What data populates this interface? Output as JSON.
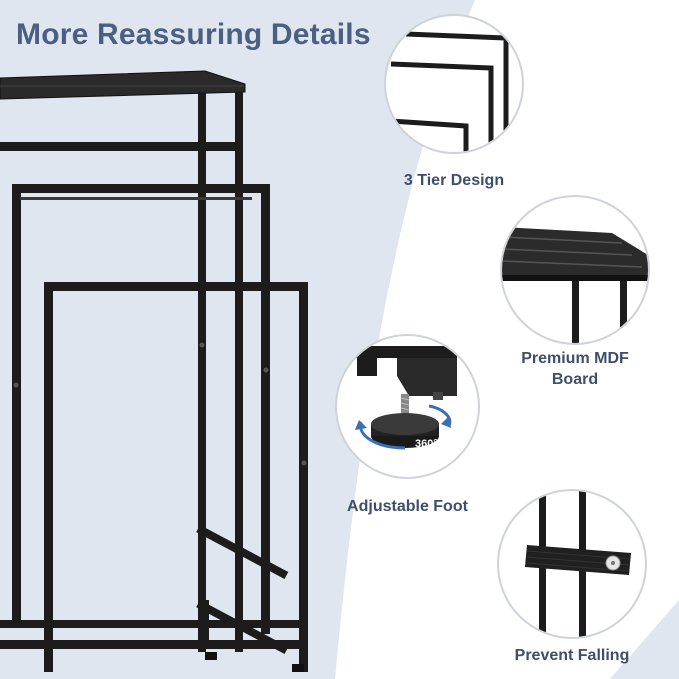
{
  "title": "More Reassuring Details",
  "features": [
    {
      "caption": "3 Tier Design",
      "icon": "tier-frame-icon"
    },
    {
      "caption": "Premium MDF Board",
      "caption_line1": "Premium MDF",
      "caption_line2": "Board",
      "icon": "mdf-board-icon"
    },
    {
      "caption": "Adjustable Foot",
      "icon": "adjustable-foot-icon",
      "badge": "360°"
    },
    {
      "caption": "Prevent Falling",
      "icon": "strap-icon"
    }
  ],
  "colors": {
    "title": "#4a5f82",
    "background_band": "#dfe6ef",
    "frame": "#1c1c1c",
    "caption": "#3f4f6b"
  }
}
